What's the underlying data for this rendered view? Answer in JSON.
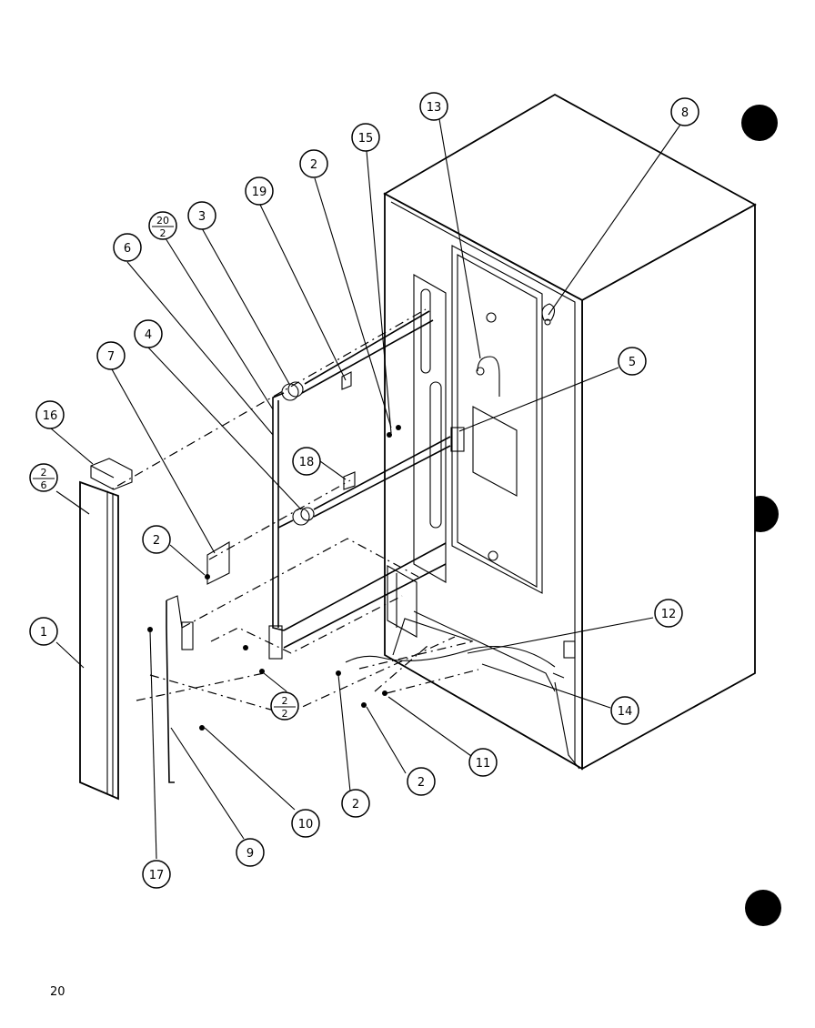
{
  "page_number": "20",
  "callouts": [
    {
      "label": "13"
    },
    {
      "label": "8"
    },
    {
      "label": "15"
    },
    {
      "label": "2"
    },
    {
      "label": "19"
    },
    {
      "label": "3"
    },
    {
      "label": "20",
      "sub": "2"
    },
    {
      "label": "6"
    },
    {
      "label": "4"
    },
    {
      "label": "7"
    },
    {
      "label": "5"
    },
    {
      "label": "16"
    },
    {
      "label": "2",
      "sub": "6"
    },
    {
      "label": "18"
    },
    {
      "label": "2"
    },
    {
      "label": "1"
    },
    {
      "label": "12"
    },
    {
      "label": "2",
      "sub": "2"
    },
    {
      "label": "14"
    },
    {
      "label": "11"
    },
    {
      "label": "2"
    },
    {
      "label": "2"
    },
    {
      "label": "10"
    },
    {
      "label": "9"
    },
    {
      "label": "17"
    }
  ]
}
